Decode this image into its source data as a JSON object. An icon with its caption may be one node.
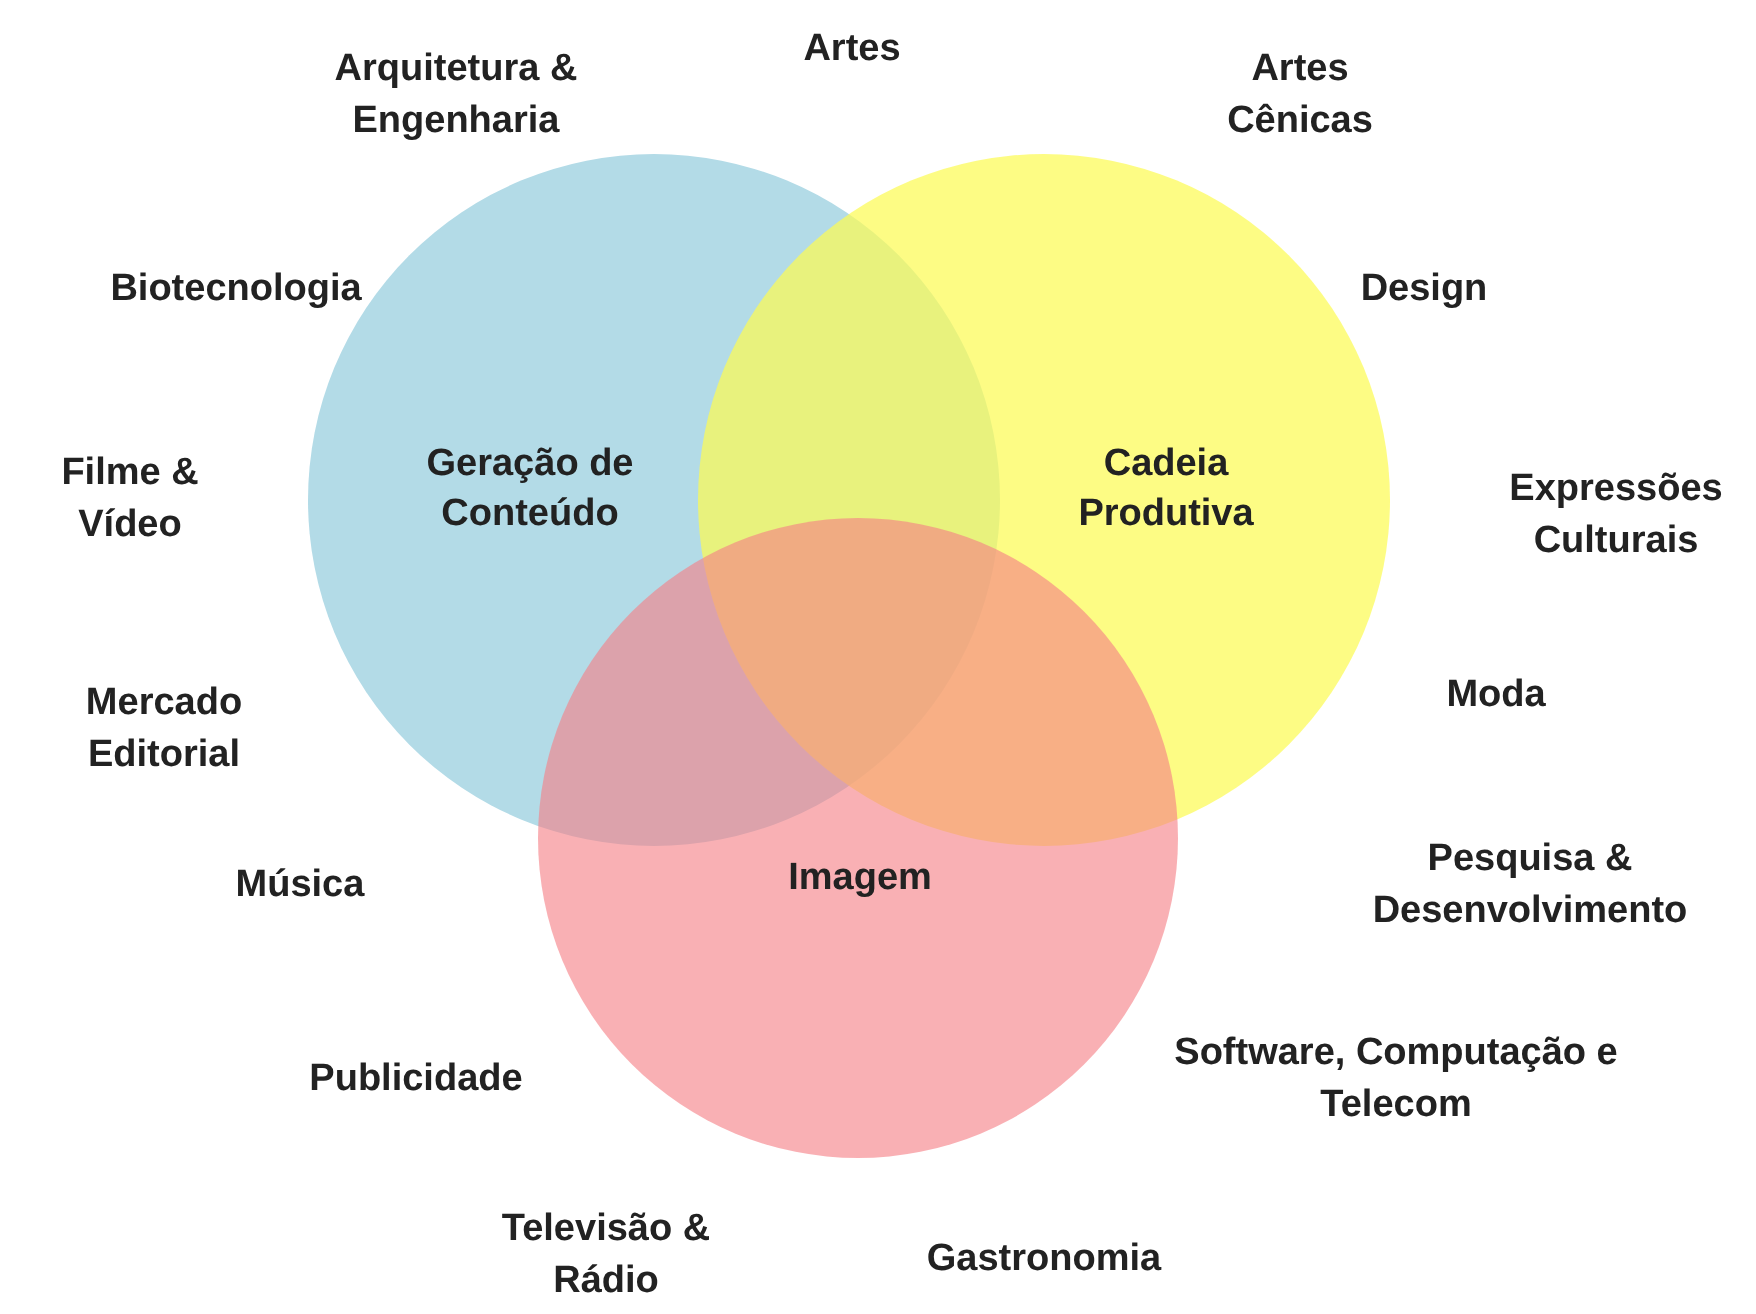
{
  "diagram": {
    "nodes": [
      {
        "text": [
          "Geração de Conteúdo"
        ]
      },
      {
        "text": [
          "Cadeia Produtiva"
        ]
      },
      {
        "text": [
          "Imagem"
        ]
      }
    ],
    "labels": [
      "Arquitetura & Engenharia",
      "Artes",
      "Artes Cênicas",
      "Biotecnologia",
      "Design",
      "Filme & Vídeo",
      "Expressões Culturais",
      "Mercado Editorial",
      "Moda",
      "Música",
      "Pesquisa & Desenvolvimento",
      "Publicidade",
      "Software, Computação e Telecom",
      "Televisão & Rádio",
      "Gastronomia"
    ]
  }
}
